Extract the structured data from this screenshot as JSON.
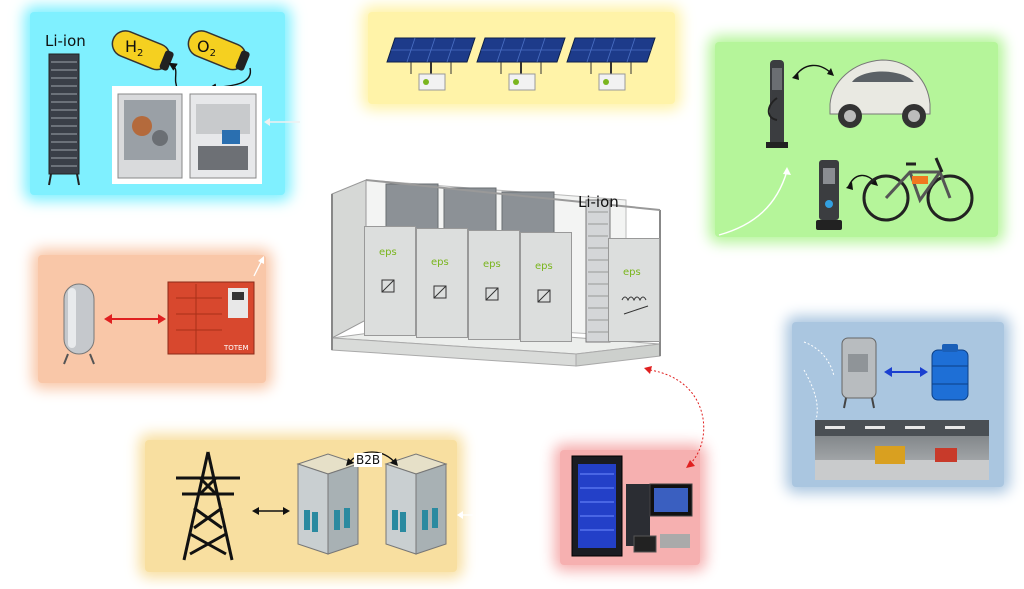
{
  "labels": {
    "liion_left": "Li-ion",
    "h2": "H",
    "h2_sub": "2",
    "o2": "O",
    "o2_sub": "2",
    "liion_container": "Li-ion",
    "b2b": "B2B",
    "eps_brand": "eps",
    "totem_brand": "TOTEM"
  },
  "colors": {
    "hydrogen_panel": "#7ff0ff",
    "solar_panel": "#fff3a8",
    "ev_panel": "#b5f59a",
    "cogeneration_panel": "#f9c7a8",
    "thermal_panel": "#aac6e0",
    "grid_panel": "#f8dfa0",
    "server_panel": "#f6b0b0",
    "red_arrow": "#e02020",
    "blue_arrow": "#1a3fd0",
    "eps_green": "#7ab51d"
  },
  "icons": [
    "solar-panel-icon",
    "battery-rack-icon",
    "h2-tank-icon",
    "o2-tank-icon",
    "electrolyzer-icon",
    "ev-charger-icon",
    "car-icon",
    "e-bike-icon",
    "air-tank-icon",
    "cogenerator-icon",
    "boiler-icon",
    "water-tank-icon",
    "factory-icon",
    "pylon-icon",
    "inverter-icon",
    "server-rack-icon",
    "container-icon"
  ]
}
